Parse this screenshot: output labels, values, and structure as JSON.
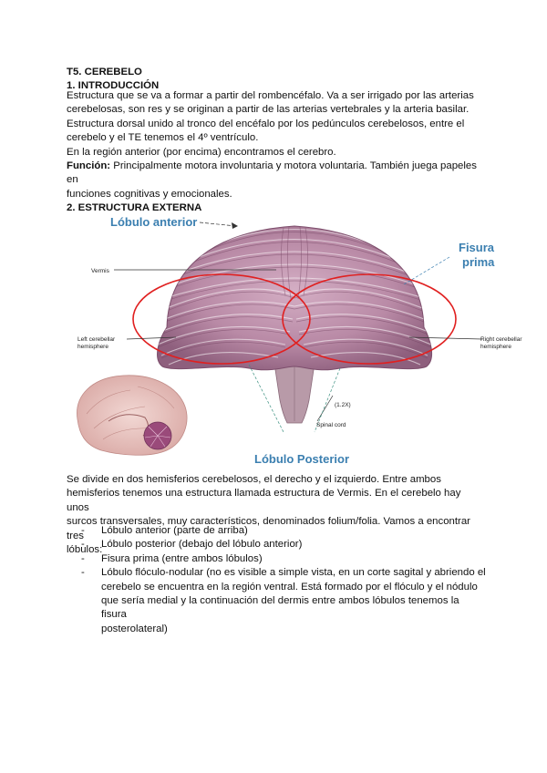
{
  "heading": {
    "title": "T5. CEREBELO",
    "section1": "1. INTRODUCCIÓN"
  },
  "intro": {
    "line1": "Estructura que se va a formar a partir del rombencéfalo. Va a ser irrigado por las arterias",
    "line2": "cerebelosas, son res y se originan a partir de las arterias vertebrales y la arteria basilar.",
    "line3": "Estructura dorsal unido al tronco del encéfalo por los pedúnculos cerebelosos, entre el",
    "line4": "cerebelo y el TE tenemos el 4º ventrículo.",
    "line5": "En la región anterior (por encima) encontramos el cerebro.",
    "funcion_label": "Función:",
    "funcion_text": " Principalmente motora involuntaria y motora voluntaria. También juega papeles en",
    "line7": "funciones cognitivas y emocionales."
  },
  "section2": {
    "title": "2. ESTRUCTURA EXTERNA"
  },
  "figure": {
    "label_lobulo_anterior": "Lóbulo anterior",
    "label_fisura": "Fisura",
    "label_prima": "prima",
    "label_vermis": "Vermis",
    "label_left_1": "Left cerebellar",
    "label_left_2": "hemisphere",
    "label_right_1": "Right cerebellar",
    "label_right_2": "hemisphere",
    "label_scale": "(1.2X)",
    "label_spinal": "Spinal cord",
    "label_lobulo_posterior": "Lóbulo Posterior",
    "colors": {
      "cerebellum": "#b98aa6",
      "cerebellum_dark": "#8e5f7d",
      "highlight_ellipse": "#e02020",
      "blue_label": "#3b7fb0"
    }
  },
  "body": {
    "p2_line1": "Se divide en dos hemisferios cerebelosos, el derecho y el izquierdo. Entre ambos",
    "p2_line2": "hemisferios tenemos una estructura llamada estructura de Vermis. En el cerebelo hay unos",
    "p2_line3": "surcos transversales, muy característicos, denominados folium/folia. Vamos a encontrar tres",
    "p2_line4": "lóbulos:"
  },
  "lobes": {
    "dash": "-",
    "i1": "Lóbulo anterior (parte de arriba)",
    "i2": "Lóbulo posterior (debajo del lóbulo anterior)",
    "i3": "Fisura prima (entre ambos lóbulos)",
    "i4_l1": "Lóbulo flóculo-nodular (no es visible a simple vista, en un corte sagital y abriendo el",
    "i4_l2": "cerebelo se encuentra en la región ventral. Está formado por el flóculo y el nódulo",
    "i4_l3": "que sería medial y la continuación del dermis entre ambos lóbulos tenemos la fisura",
    "i4_l4": "posterolateral)"
  }
}
